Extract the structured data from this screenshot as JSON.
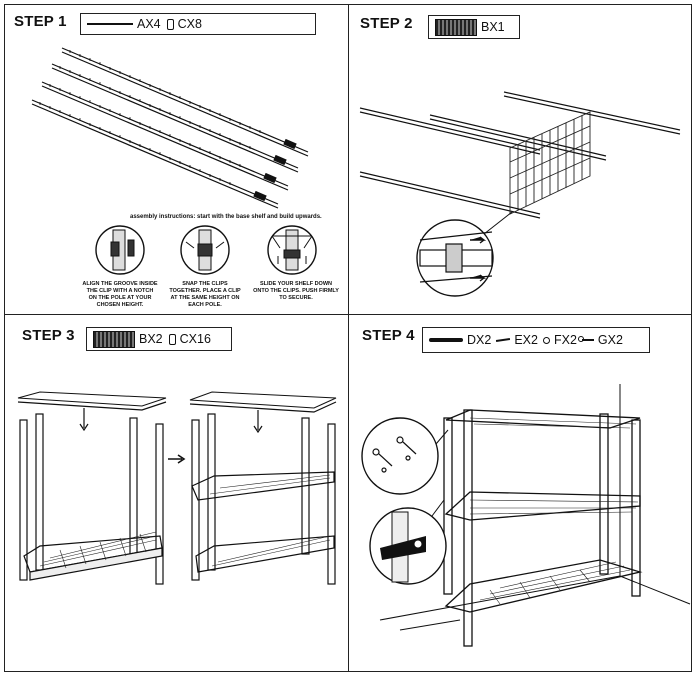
{
  "step1": {
    "title": "STEP 1",
    "parts": [
      {
        "code": "AX4",
        "icon": "rod-icon"
      },
      {
        "code": "CX8",
        "icon": "clip-icon"
      }
    ],
    "instructions_heading": "assembly instructions: start with the base shelf and build upwards.",
    "instructions": [
      "ALIGN THE GROOVE INSIDE THE CLIP WITH A NOTCH ON THE POLE AT YOUR CHOSEN HEIGHT.",
      "SNAP THE CLIPS TOGETHER. PLACE A CLIP AT THE SAME HEIGHT ON EACH POLE.",
      "SLIDE YOUR SHELF DOWN ONTO THE CLIPS. PUSH FIRMLY TO SECURE."
    ]
  },
  "step2": {
    "title": "STEP 2",
    "parts": [
      {
        "code": "BX1",
        "icon": "shelf-icon"
      }
    ]
  },
  "step3": {
    "title": "STEP 3",
    "parts": [
      {
        "code": "BX2",
        "icon": "shelf-icon"
      },
      {
        "code": "CX16",
        "icon": "clip-icon"
      }
    ]
  },
  "step4": {
    "title": "STEP 4",
    "parts": [
      {
        "code": "DX2",
        "icon": "strap-icon"
      },
      {
        "code": "EX2",
        "icon": "screw-icon"
      },
      {
        "code": "FX2",
        "icon": "washer-icon"
      },
      {
        "code": "GX2",
        "icon": "anchor-icon"
      }
    ]
  }
}
